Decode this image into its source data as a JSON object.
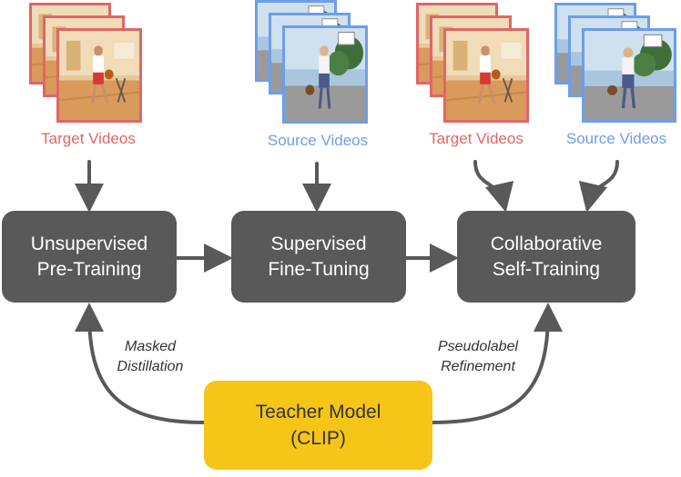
{
  "videos": {
    "target1_label": "Target Videos",
    "source1_label": "Source Videos",
    "target2_label": "Target Videos",
    "source2_label": "Source Videos"
  },
  "stages": {
    "pretrain": {
      "line1": "Unsupervised",
      "line2": "Pre-Training"
    },
    "finetune": {
      "line1": "Supervised",
      "line2": "Fine-Tuning"
    },
    "selftrain": {
      "line1": "Collaborative",
      "line2": "Self-Training"
    }
  },
  "teacher": {
    "line1": "Teacher Model",
    "line2": "(CLIP)"
  },
  "annotations": {
    "left": {
      "line1": "Masked",
      "line2": "Distillation"
    },
    "right": {
      "line1": "Pseudolabel",
      "line2": "Refinement"
    }
  },
  "colors": {
    "target": "#e06666",
    "source": "#6d9eeb",
    "stage_box": "#595959",
    "teacher_box": "#f5c518",
    "arrow": "#595959"
  }
}
